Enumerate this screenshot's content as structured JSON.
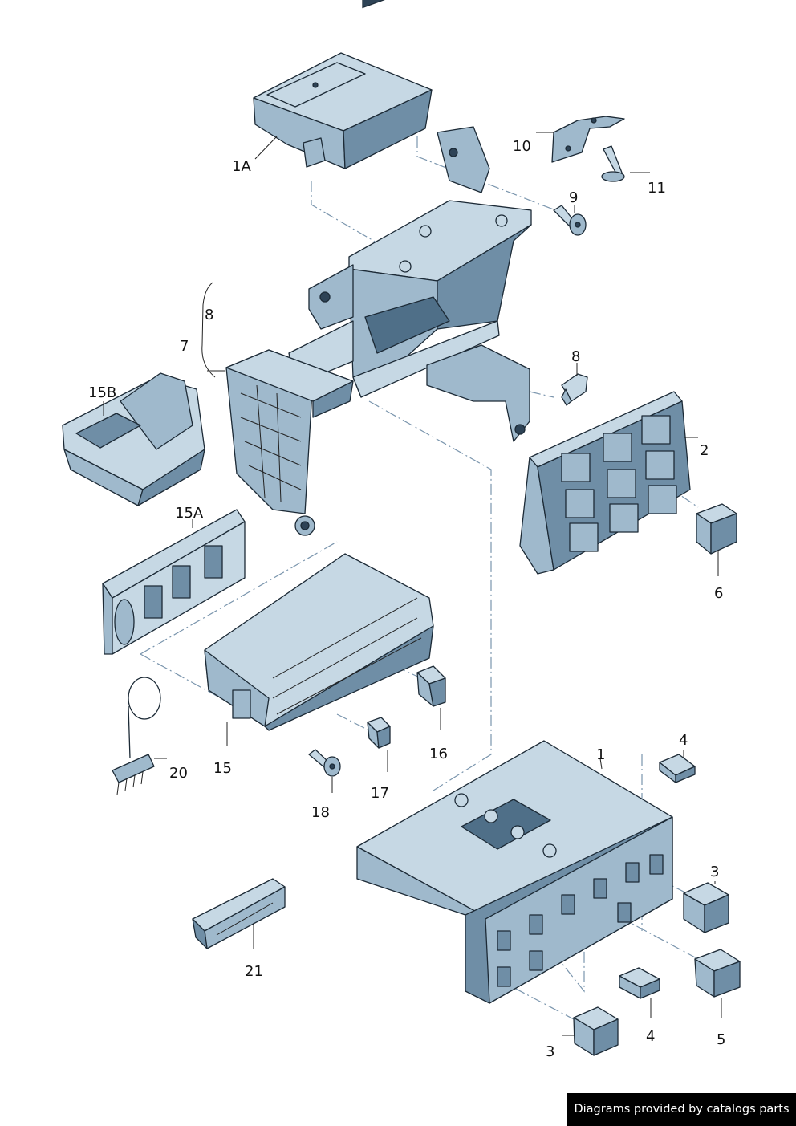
{
  "callouts": {
    "c1A": "1A",
    "c10": "10",
    "c11": "11",
    "c9": "9",
    "c8a": "8",
    "c7": "7",
    "c8b": "8",
    "c15B": "15B",
    "c2": "2",
    "c15A": "15A",
    "c6": "6",
    "c20": "20",
    "c15": "15",
    "c16": "16",
    "c17": "17",
    "c18": "18",
    "c4a": "4",
    "c1": "1",
    "c3a": "3",
    "c21": "21",
    "c4b": "4",
    "c5": "5",
    "c3b": "3"
  },
  "footer": {
    "text": "Diagrams provided by catalogs parts"
  },
  "colors": {
    "part_fill": "#c6d8e4",
    "part_shade": "#9fb9cc",
    "dash_line": "#7a95ad",
    "banner_bg": "#000000"
  }
}
